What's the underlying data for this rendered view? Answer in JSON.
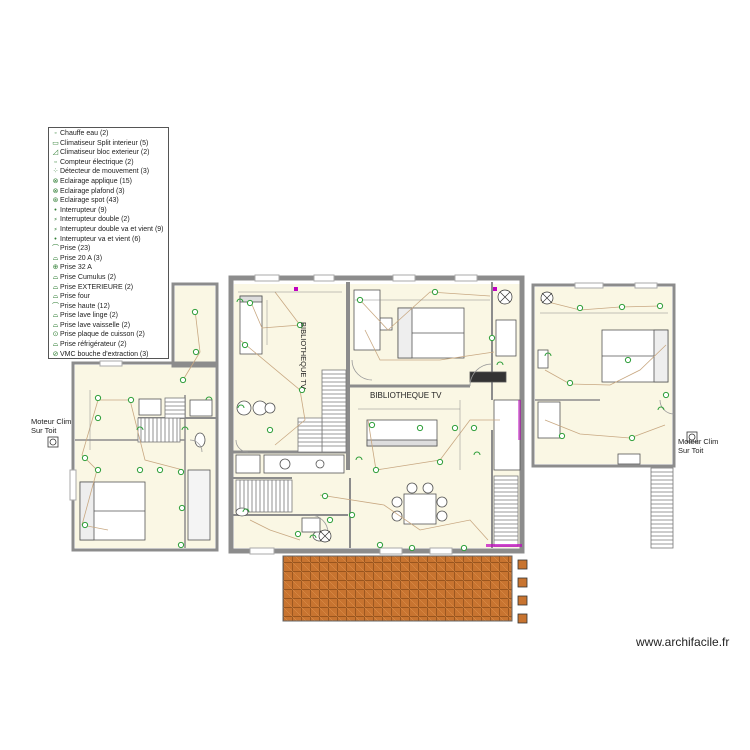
{
  "legend": {
    "items": [
      {
        "label": "Chauffe eau (2)",
        "icon": "water-heater-icon",
        "glyph": "◦"
      },
      {
        "label": "Climatiseur Split interieur (5)",
        "icon": "ac-split-icon",
        "glyph": "▭"
      },
      {
        "label": "Climatiseur bloc exterieur (2)",
        "icon": "ac-outdoor-icon",
        "glyph": "◿"
      },
      {
        "label": "Compteur électrique (2)",
        "icon": "meter-icon",
        "glyph": "▫"
      },
      {
        "label": "Détecteur de mouvement (3)",
        "icon": "motion-detector-icon",
        "glyph": "⁘"
      },
      {
        "label": "Eclairage applique (15)",
        "icon": "wall-light-icon",
        "glyph": "⊗"
      },
      {
        "label": "Eclairage plafond (3)",
        "icon": "ceiling-light-icon",
        "glyph": "⊗"
      },
      {
        "label": "Eclairage spot (43)",
        "icon": "spot-light-icon",
        "glyph": "⊛"
      },
      {
        "label": "Interrupteur (9)",
        "icon": "switch-icon",
        "glyph": "•"
      },
      {
        "label": "Interrupteur double (2)",
        "icon": "double-switch-icon",
        "glyph": "⸗"
      },
      {
        "label": "Interrupteur double va et vient (9)",
        "icon": "double-two-way-switch-icon",
        "glyph": "⸗"
      },
      {
        "label": "Interrupteur va et vient (6)",
        "icon": "two-way-switch-icon",
        "glyph": "•"
      },
      {
        "label": "Prise (23)",
        "icon": "socket-icon",
        "glyph": "⌒"
      },
      {
        "label": "Prise 20 A (3)",
        "icon": "socket-20a-icon",
        "glyph": "⌓"
      },
      {
        "label": "Prise 32 A",
        "icon": "socket-32a-icon",
        "glyph": "⊕"
      },
      {
        "label": "Prise Cumulus (2)",
        "icon": "socket-cumulus-icon",
        "glyph": "⌓"
      },
      {
        "label": "Prise EXTERIEURE (2)",
        "icon": "socket-outdoor-icon",
        "glyph": "⌓"
      },
      {
        "label": "Prise four",
        "icon": "socket-oven-icon",
        "glyph": "⌓"
      },
      {
        "label": "Prise haute (12)",
        "icon": "socket-high-icon",
        "glyph": "⌒"
      },
      {
        "label": "Prise lave linge (2)",
        "icon": "socket-washing-machine-icon",
        "glyph": "⌓"
      },
      {
        "label": "Prise lave vaisselle (2)",
        "icon": "socket-dishwasher-icon",
        "glyph": "⌓"
      },
      {
        "label": "Prise plaque de cuisson (2)",
        "icon": "socket-cooktop-icon",
        "glyph": "⊙"
      },
      {
        "label": "Prise réfrigérateur (2)",
        "icon": "socket-fridge-icon",
        "glyph": "⌓"
      },
      {
        "label": "VMC bouche d'extraction (3)",
        "icon": "vmc-icon",
        "glyph": "⊘"
      }
    ]
  },
  "labels": {
    "moteur_left_1": "Moteur Clim",
    "moteur_left_2": "Sur Toit",
    "moteur_right_1": "Moteur Clim",
    "moteur_right_2": "Sur Toit",
    "bibliotheque_vertical": "BIBLIOTHEQUE TV",
    "bibliotheque_horizontal": "BIBLIOTHEQUE TV"
  },
  "watermark": "www.archifacile.fr",
  "colors": {
    "wall": "#8c8c8c",
    "floor": "#faf7e4",
    "wiring": "#c8a882",
    "symbol": "#2e9e3a",
    "terrace": "#c8742d",
    "accent": "#c000c0"
  }
}
